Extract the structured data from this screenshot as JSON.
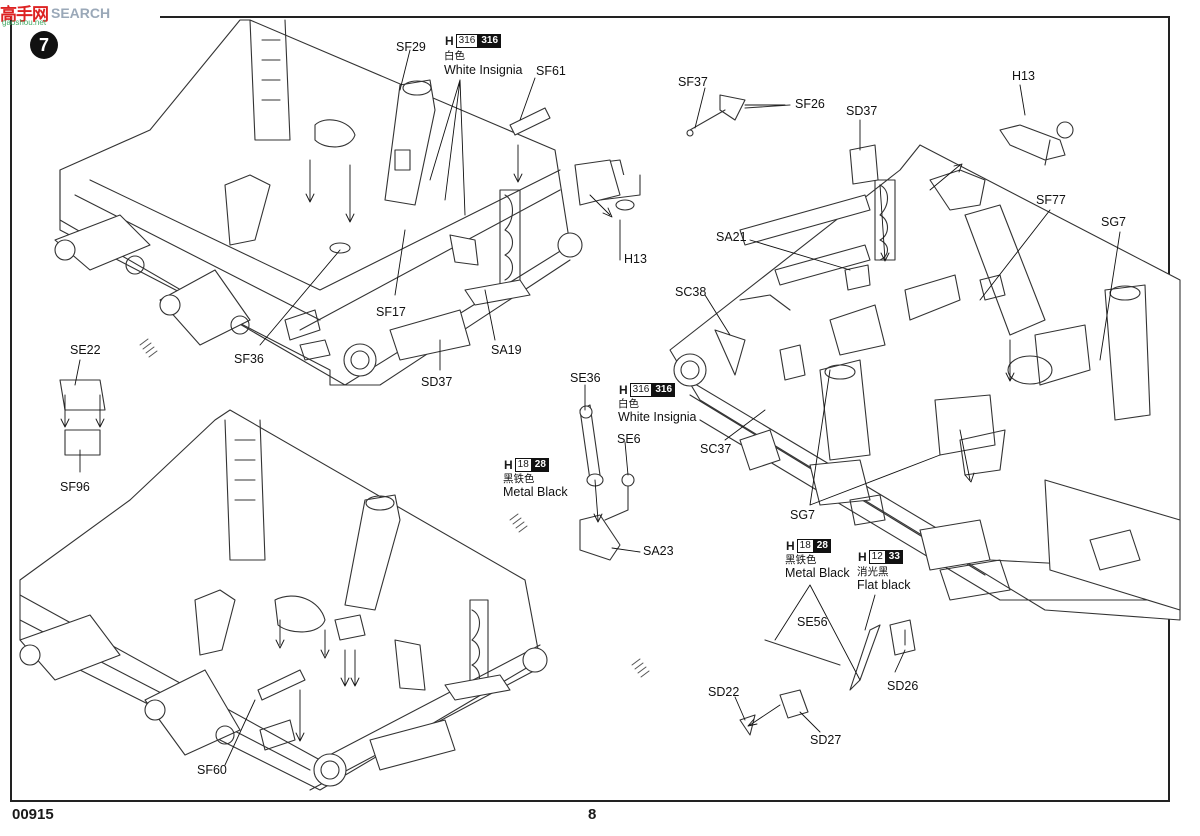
{
  "watermark": {
    "cn": "高手网",
    "en": "SEARCH",
    "sub": "gaoshou.net"
  },
  "step_number": "7",
  "footer": {
    "code": "00915",
    "page": "8"
  },
  "paint_labels": {
    "white_cn": "白色",
    "white_en": "White Insignia",
    "metal_cn": "黑铁色",
    "metal_en": "Metal  Black",
    "flat_cn": "消光黑",
    "flat_en": "Flat black"
  },
  "paint_codes": {
    "h_prefix": "H",
    "white_a": "316",
    "white_b": "316",
    "metal_a": "18",
    "metal_b": "28",
    "flat_a": "12",
    "flat_b": "33"
  },
  "parts": {
    "sf29": "SF29",
    "sf61": "SF61",
    "h13_a": "H13",
    "sf17": "SF17",
    "sf36": "SF36",
    "sd37_a": "SD37",
    "sa19": "SA19",
    "se22": "SE22",
    "sf96": "SF96",
    "sf60": "SF60",
    "se36": "SE36",
    "se6": "SE6",
    "sa23": "SA23",
    "sf37": "SF37",
    "sf26": "SF26",
    "sd37_b": "SD37",
    "h13_b": "H13",
    "sf77": "SF77",
    "sg7_a": "SG7",
    "sa21": "SA21",
    "sc38": "SC38",
    "sc37": "SC37",
    "sg7_b": "SG7",
    "se56": "SE56",
    "sd26": "SD26",
    "sd22": "SD22",
    "sd27": "SD27"
  }
}
